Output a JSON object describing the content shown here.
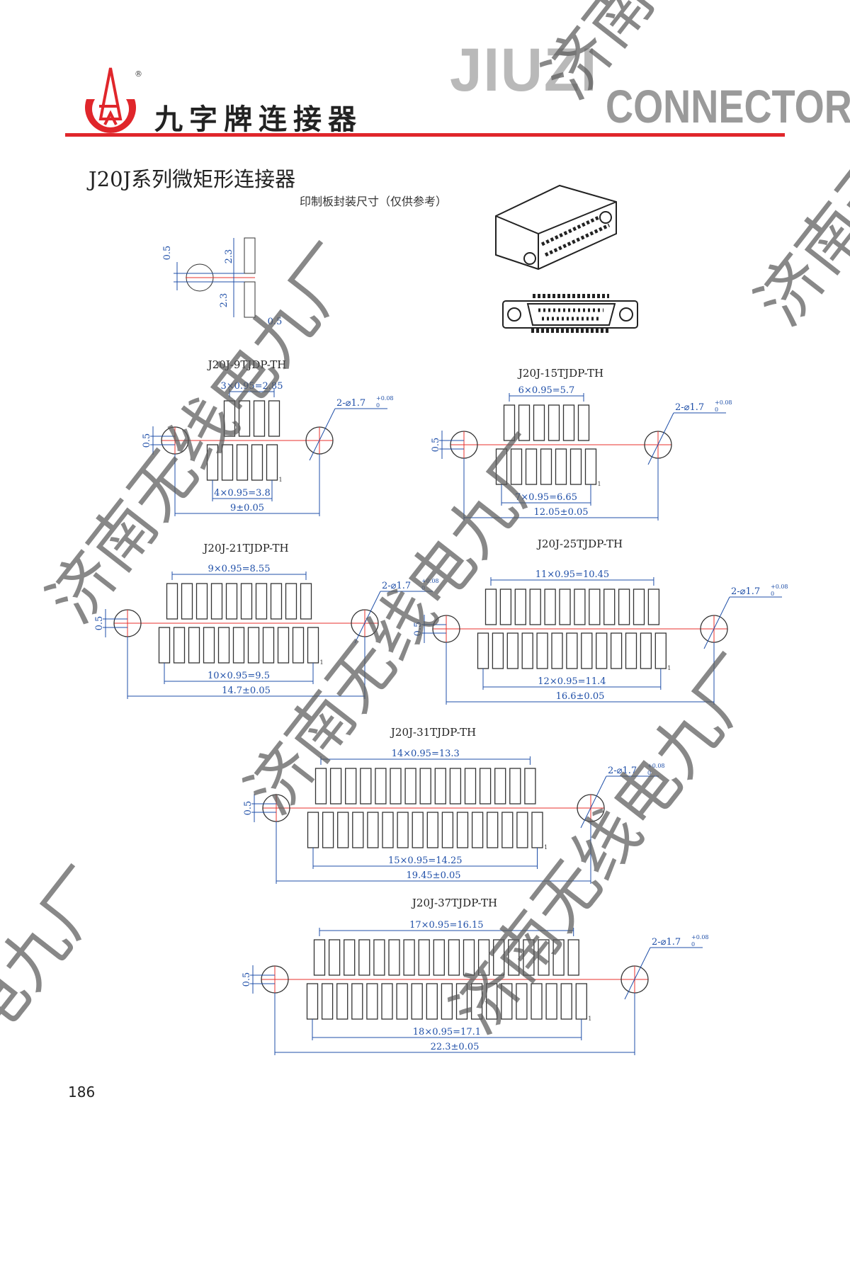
{
  "header": {
    "brand_cn": "九字牌连接器",
    "brand_en_top": "JIUZI",
    "brand_en_bottom": "CONNECTOR",
    "registered_mark": "®"
  },
  "title": "J20J系列微矩形连接器",
  "subtitle": "印制板封装尺寸（仅供参考）",
  "pad_detail": {
    "labels": [
      "0.5",
      "2.3",
      "2.3",
      "0.5"
    ]
  },
  "footprints": [
    {
      "name": "J20J-9TJDP-TH",
      "top_pads": 4,
      "bottom_pads": 5,
      "top_dim": "3×0.95=2.85",
      "bottom_dim": "4×0.95=3.8",
      "overall_dim": "9±0.05",
      "offset": "0.5",
      "hole": "2-⌀1.7",
      "tol_plus": "+0.08",
      "tol_zero": "0",
      "pin1": "1"
    },
    {
      "name": "J20J-15TJDP-TH",
      "top_pads": 6,
      "bottom_pads": 7,
      "top_dim": "6×0.95=5.7",
      "bottom_dim": "7×0.95=6.65",
      "overall_dim": "12.05±0.05",
      "offset": "0.5",
      "hole": "2-⌀1.7",
      "tol_plus": "+0.08",
      "tol_zero": "0",
      "pin1": "1"
    },
    {
      "name": "J20J-21TJDP-TH",
      "top_pads": 10,
      "bottom_pads": 11,
      "top_dim": "9×0.95=8.55",
      "bottom_dim": "10×0.95=9.5",
      "overall_dim": "14.7±0.05",
      "offset": "0.5",
      "hole": "2-⌀1.7",
      "tol_plus": "+0.08",
      "tol_zero": "0",
      "pin1": "1"
    },
    {
      "name": "J20J-25TJDP-TH",
      "top_pads": 12,
      "bottom_pads": 13,
      "top_dim": "11×0.95=10.45",
      "bottom_dim": "12×0.95=11.4",
      "overall_dim": "16.6±0.05",
      "offset": "0.5",
      "hole": "2-⌀1.7",
      "tol_plus": "+0.08",
      "tol_zero": "0",
      "pin1": "1"
    },
    {
      "name": "J20J-31TJDP-TH",
      "top_pads": 15,
      "bottom_pads": 16,
      "top_dim": "14×0.95=13.3",
      "bottom_dim": "15×0.95=14.25",
      "overall_dim": "19.45±0.05",
      "offset": "0.5",
      "hole": "2-⌀1.7",
      "tol_plus": "+0.08",
      "tol_zero": "0",
      "pin1": "1"
    },
    {
      "name": "J20J-37TJDP-TH",
      "top_pads": 18,
      "bottom_pads": 19,
      "top_dim": "17×0.95=16.15",
      "bottom_dim": "18×0.95=17.1",
      "overall_dim": "22.3±0.05",
      "offset": "0.5",
      "hole": "2-⌀1.7",
      "tol_plus": "+0.08",
      "tol_zero": "0",
      "pin1": "1"
    }
  ],
  "page_number": "186",
  "watermark": "济南无线电九厂",
  "colors": {
    "brand_red": "#e0262b",
    "dim_blue": "#1f4fa8",
    "center_red": "#e8302c",
    "outline": "#333333"
  }
}
